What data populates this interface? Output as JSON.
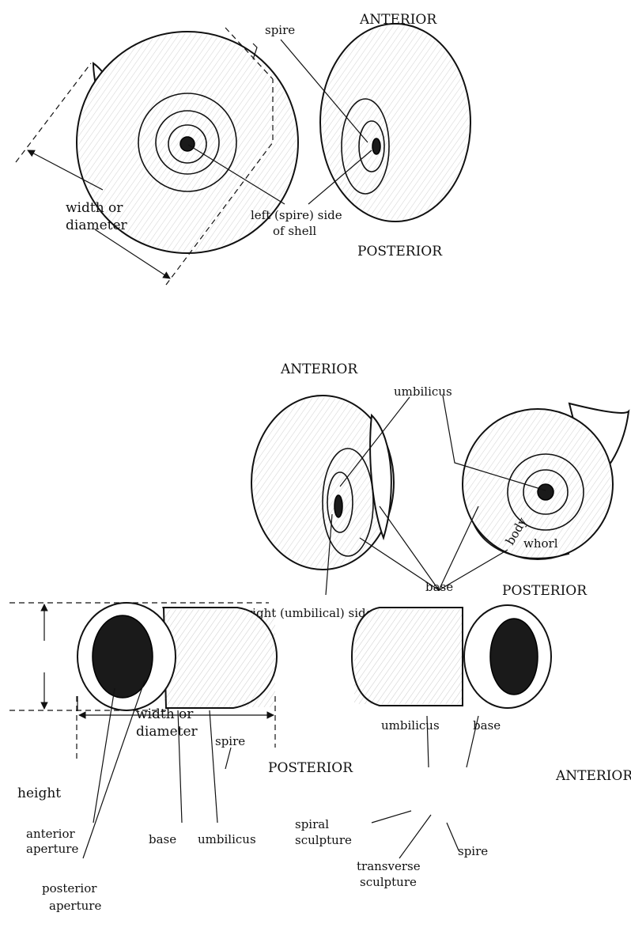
{
  "top": {
    "anterior": "ANTERIOR",
    "posterior": "POSTERIOR",
    "spire": "spire",
    "width_line1": "width or",
    "width_line2": "diameter",
    "left_side_line1": "left (spire) side",
    "left_side_line2": "of shell"
  },
  "middle": {
    "anterior": "ANTERIOR",
    "posterior": "POSTERIOR",
    "umbilicus": "umbilicus",
    "base": "base",
    "body": "body",
    "whorl": "whorl",
    "right_side": "right (umbilical) side of shell"
  },
  "bottom": {
    "width_line1": "width or",
    "width_line2": "diameter",
    "spire_left": "spire",
    "posterior": "POSTERIOR",
    "height": "height",
    "anterior_ap_line1": "anterior",
    "anterior_ap_line2": "aperture",
    "posterior_ap_line1": "posterior",
    "posterior_ap_line2": "aperture",
    "base_left": "base",
    "umbilicus_left": "umbilicus",
    "umbilicus_right": "umbilicus",
    "base_right": "base",
    "anterior": "ANTERIOR",
    "spiral_line1": "spiral",
    "spiral_line2": "sculpture",
    "transverse_line1": "transverse",
    "transverse_line2": "sculpture",
    "spire_right": "spire"
  }
}
